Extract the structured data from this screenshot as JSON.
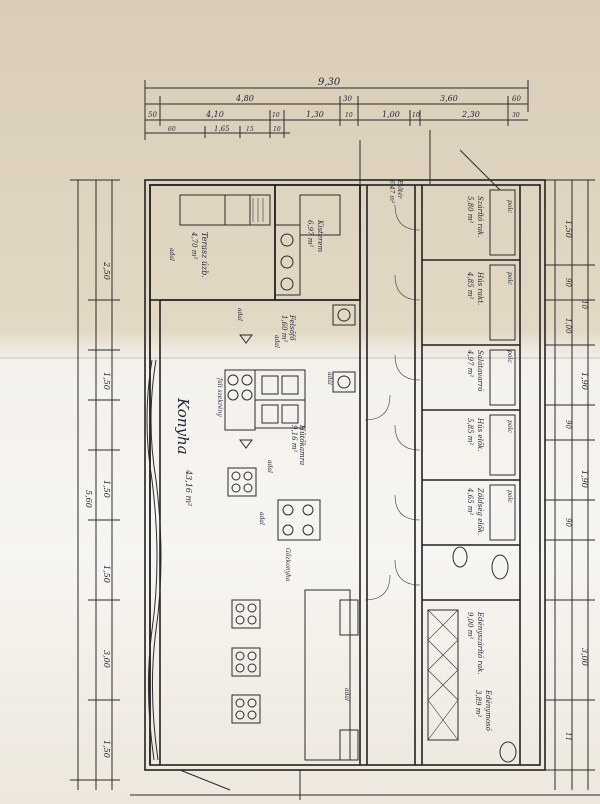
{
  "overall_dim": "9,30",
  "top_dims_row1": [
    "4,80",
    "30",
    "3,60",
    "60"
  ],
  "top_dims_row2": [
    "50",
    "4,10",
    "10",
    "1,30",
    "10",
    "1,00",
    "10",
    "2,30",
    "30"
  ],
  "top_dims_row3": [
    "60",
    "1,65",
    "15",
    "10"
  ],
  "left_dims": [
    "2,50",
    "1,50",
    "1,50",
    "5,60",
    "1,50",
    "3,00",
    "1,50"
  ],
  "right_dims": [
    "1,50",
    "90",
    "10",
    "1,00",
    "1,90",
    "90",
    "1,90",
    "90",
    "3,00",
    "11"
  ],
  "rooms": [
    {
      "id": "terasz",
      "label": "Terasz úzb.",
      "area": "4,70 m²"
    },
    {
      "id": "kisterem",
      "label": "Kisterem",
      "area": "6,97 m²"
    },
    {
      "id": "konyha",
      "label": "Konyha",
      "area": "43,16 m²"
    },
    {
      "id": "felo",
      "label": "Felsőfő",
      "area": "1,60 m²"
    },
    {
      "id": "hutokamra",
      "label": "Hűtőkamra",
      "area": "9,16 m²"
    },
    {
      "id": "room1",
      "label": "Szárító rak.",
      "area": "5,80 m²"
    },
    {
      "id": "room2",
      "label": "Hús rakt.",
      "area": "4,85 m²"
    },
    {
      "id": "room3",
      "label": "Salátavarró",
      "area": "4,97 m²"
    },
    {
      "id": "room4",
      "label": "Hús elők.",
      "area": "5,85 m²"
    },
    {
      "id": "room5",
      "label": "Zöldség elők.",
      "area": "4,65 m²"
    },
    {
      "id": "room6",
      "label": "Előtér",
      "area": "6,47 m²"
    },
    {
      "id": "room7",
      "label": "Edényszárító rak.",
      "area": "9,00 m²"
    },
    {
      "id": "room8",
      "label": "Edénymosó",
      "area": "3,89 m²"
    }
  ],
  "annotations": [
    "adal",
    "adal",
    "adal",
    "adal",
    "adal",
    "adal",
    "adal",
    "polc",
    "polc",
    "polc",
    "polc",
    "polc",
    "fali szekrény",
    "Gőzkonyha"
  ]
}
